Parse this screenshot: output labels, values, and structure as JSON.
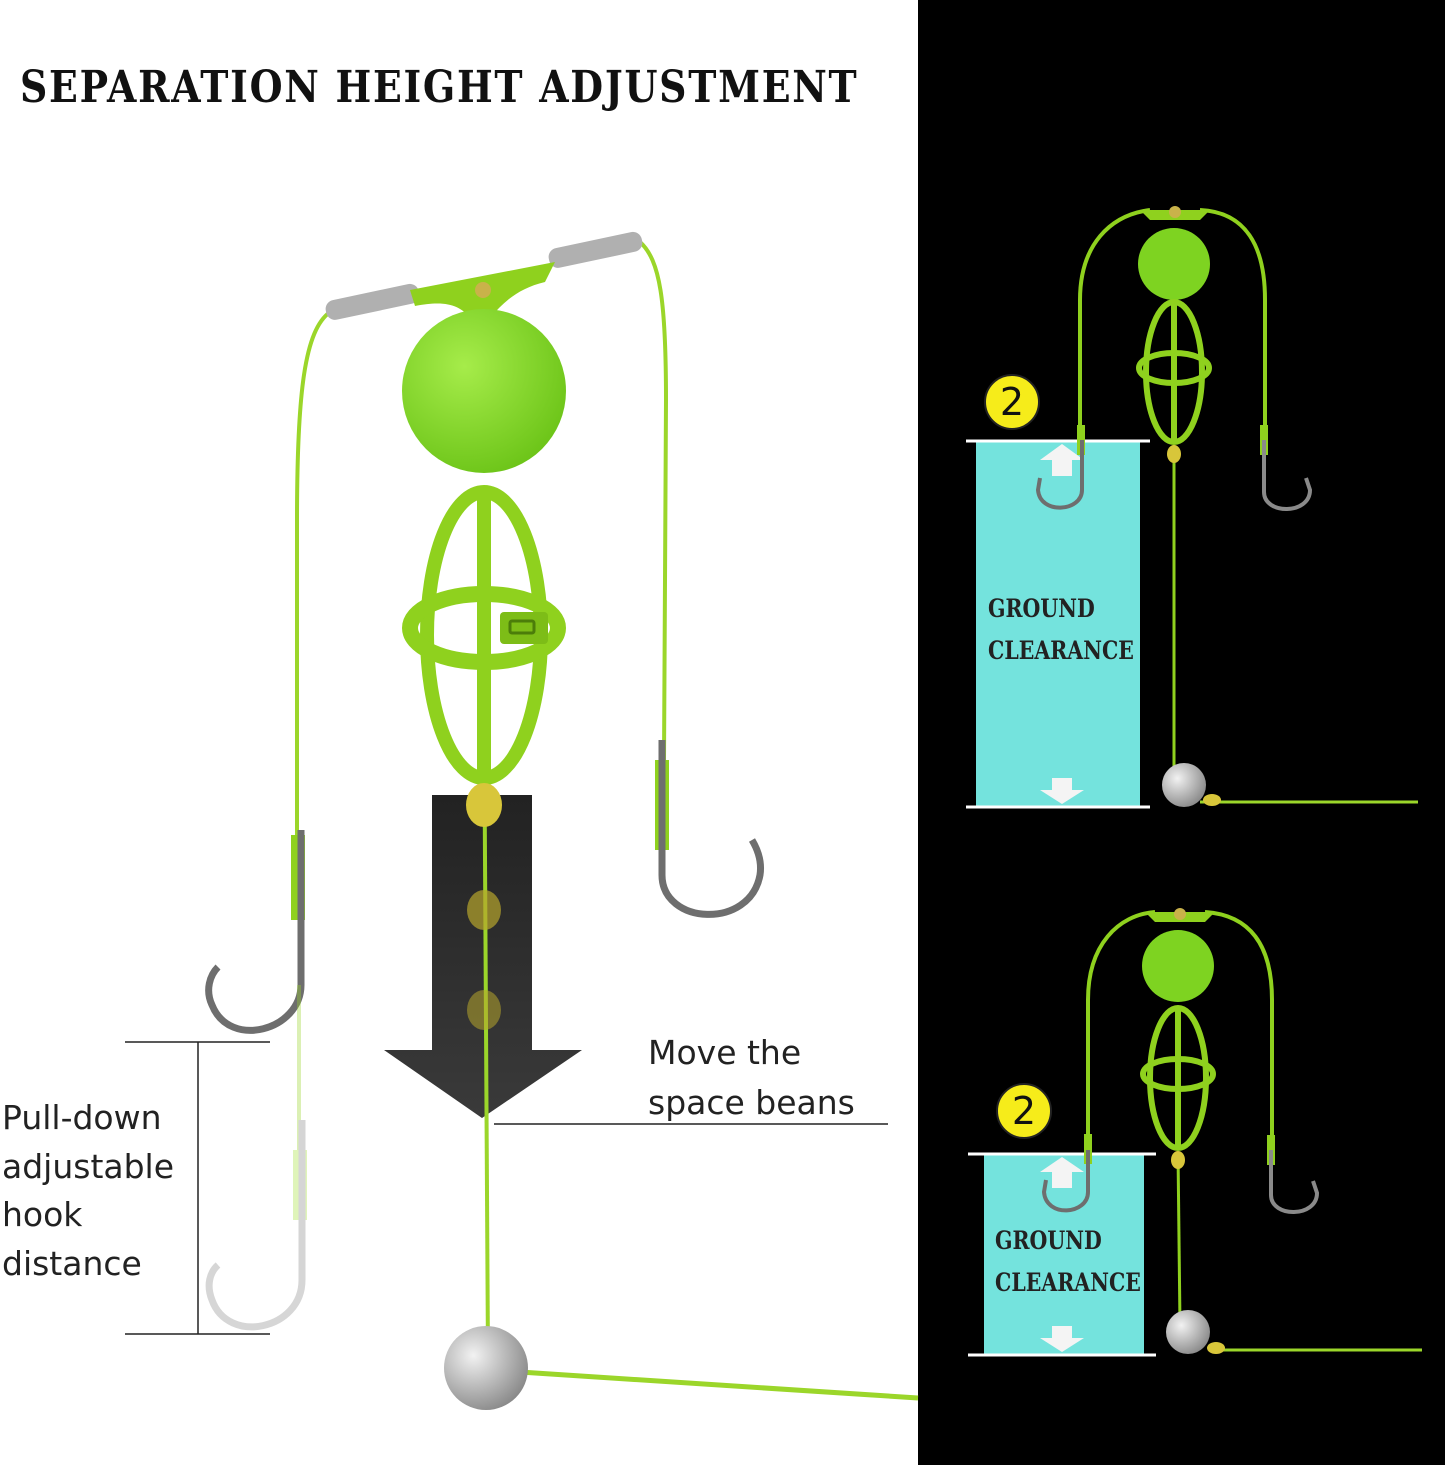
{
  "title": "SEPARATION HEIGHT ADJUSTMENT",
  "callouts": {
    "move_beans": [
      "Move the",
      "space beans"
    ],
    "pull_down": [
      "Pull-down",
      "adjustable",
      "hook",
      "distance"
    ]
  },
  "panels": [
    {
      "badge": "2",
      "label": [
        "GROUND",
        "CLEARANCE"
      ]
    },
    {
      "badge": "2",
      "label": [
        "GROUND",
        "CLEARANCE"
      ]
    }
  ],
  "colors": {
    "line_green": "#9bd62a",
    "cage_green": "#8fd11e",
    "ball_green": "#7ed321",
    "clearance_cyan": "#74e3dd",
    "badge_yellow": "#f6ec1a",
    "arrow_dark": "#2b2b2b",
    "sinker_silver": "#b9b9b9",
    "hook_gray": "#7a7a7a"
  }
}
